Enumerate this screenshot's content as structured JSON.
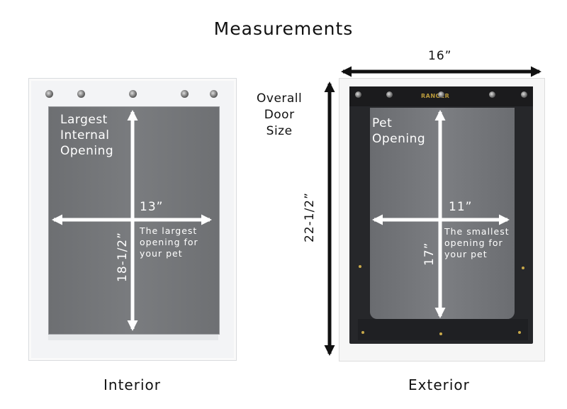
{
  "title": "Measurements",
  "interior": {
    "caption": "Interior",
    "label": [
      "Largest",
      "Internal",
      "Opening"
    ],
    "width": "13”",
    "height": "18-1/2”",
    "note": [
      "The largest",
      "opening for",
      "your pet"
    ]
  },
  "exterior": {
    "caption": "Exterior",
    "overall_label": [
      "Overall",
      "Door",
      "Size"
    ],
    "overall_width": "16”",
    "overall_height": "22-1/2”",
    "brand_logo": "RANGER",
    "label": [
      "Pet",
      "Opening"
    ],
    "width": "11”",
    "height": "17”",
    "note": [
      "The smallest",
      "opening for",
      "your pet"
    ]
  },
  "colors": {
    "dark_frame": "#26272a",
    "flap": "#727478",
    "arrow": "#ffffff",
    "dim_arrow": "#111111"
  }
}
